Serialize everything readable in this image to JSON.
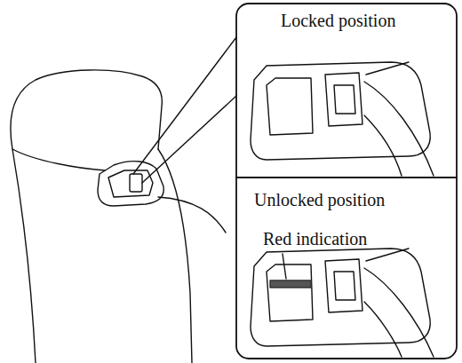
{
  "diagram": {
    "labels": [
      "Locked position",
      "Unlocked position",
      "Red indication"
    ]
  }
}
